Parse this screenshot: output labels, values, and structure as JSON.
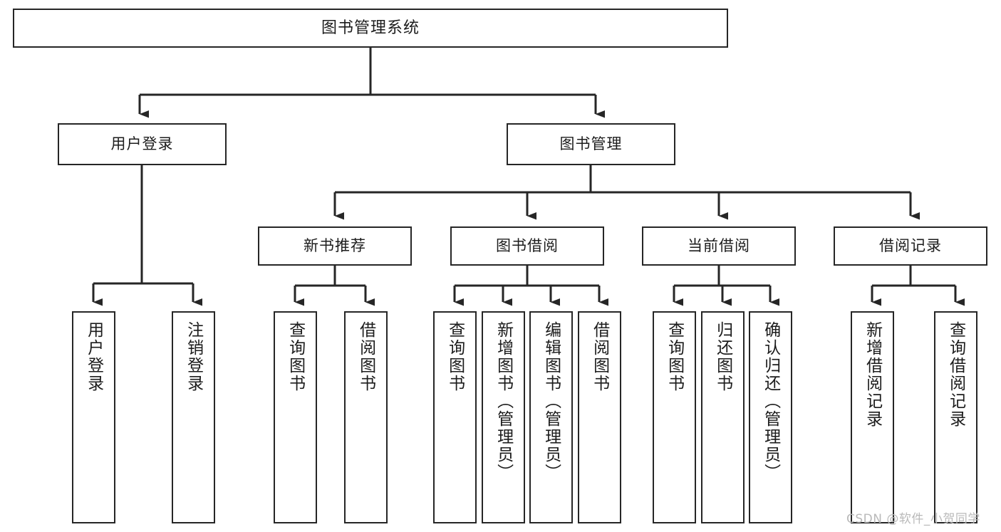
{
  "diagram": {
    "title": "图书管理系统",
    "type": "tree-hierarchy-diagram",
    "root": {
      "label": "图书管理系统"
    },
    "level2": [
      {
        "label": "用户登录"
      },
      {
        "label": "图书管理"
      }
    ],
    "level3": [
      {
        "label": "新书推荐"
      },
      {
        "label": "图书借阅"
      },
      {
        "label": "当前借阅"
      },
      {
        "label": "借阅记录"
      }
    ],
    "leaves": {
      "user_login": [
        {
          "label": "用户登录"
        },
        {
          "label": "注销登录"
        }
      ],
      "new_book_recommend": [
        {
          "label": "查询图书"
        },
        {
          "label": "借阅图书"
        }
      ],
      "book_borrow": [
        {
          "label": "查询图书"
        },
        {
          "label": "新增图书（管理员）"
        },
        {
          "label": "编辑图书（管理员）"
        },
        {
          "label": "借阅图书"
        }
      ],
      "current_borrow": [
        {
          "label": "查询图书"
        },
        {
          "label": "归还图书"
        },
        {
          "label": "确认归还（管理员）"
        }
      ],
      "borrow_record": [
        {
          "label": "新增借阅记录"
        },
        {
          "label": "查询借阅记录"
        }
      ]
    }
  },
  "watermark": {
    "text": "CSDN @软件_小贺同学"
  },
  "colors": {
    "box_border": "#262626",
    "box_fill": "#ffffff",
    "edge": "#262626",
    "text": "#1c1c1c",
    "watermark": "#b9b9b9",
    "background": "#ffffff"
  }
}
